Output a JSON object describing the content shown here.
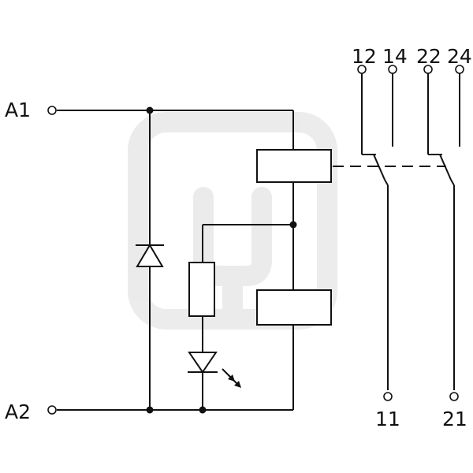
{
  "diagram": {
    "terminals": {
      "a1": "A1",
      "a2": "A2",
      "t12": "12",
      "t14": "14",
      "t22": "22",
      "t24": "24",
      "t11": "11",
      "t21": "21"
    }
  }
}
